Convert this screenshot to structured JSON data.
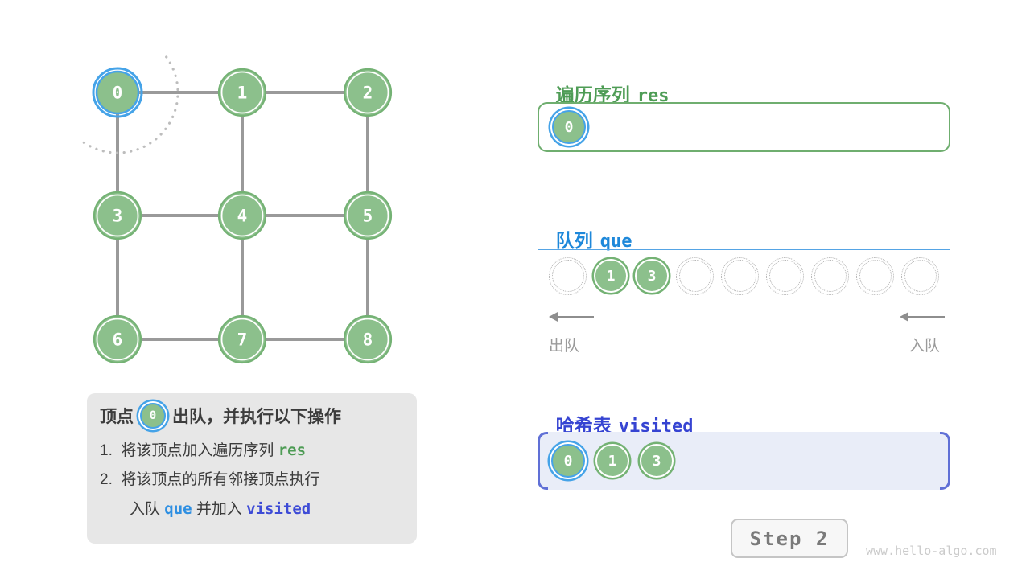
{
  "palette": {
    "node_green": "#8CC08C",
    "node_green_border": "#74B274",
    "highlight_blue": "#45A3E8",
    "edge_gray": "#9A9A9A",
    "arc_gray": "#BDBDBD",
    "res_green": "#4E9C55",
    "queue_blue": "#1E88DA",
    "visited_indigo": "#3644D2",
    "visited_bracket": "#6070D6",
    "visited_fill": "#E9EDF8",
    "info_bg": "#E7E7E7",
    "text_gray": "#3C3C3C",
    "muted_gray": "#9A9A9A"
  },
  "graph": {
    "nodes": [
      {
        "id": "0",
        "row": 0,
        "col": 0,
        "highlighted": true
      },
      {
        "id": "1",
        "row": 0,
        "col": 1
      },
      {
        "id": "2",
        "row": 0,
        "col": 2
      },
      {
        "id": "3",
        "row": 1,
        "col": 0
      },
      {
        "id": "4",
        "row": 1,
        "col": 1
      },
      {
        "id": "5",
        "row": 1,
        "col": 2
      },
      {
        "id": "6",
        "row": 2,
        "col": 0
      },
      {
        "id": "7",
        "row": 2,
        "col": 1
      },
      {
        "id": "8",
        "row": 2,
        "col": 2
      }
    ],
    "edges": [
      [
        0,
        1
      ],
      [
        1,
        2
      ],
      [
        0,
        3
      ],
      [
        1,
        4
      ],
      [
        2,
        5
      ],
      [
        3,
        4
      ],
      [
        4,
        5
      ],
      [
        3,
        6
      ],
      [
        4,
        7
      ],
      [
        5,
        8
      ],
      [
        6,
        7
      ],
      [
        7,
        8
      ]
    ]
  },
  "info_box": {
    "title_prefix": "顶点",
    "title_node": "0",
    "title_suffix": "出队，并执行以下操作",
    "lines": [
      {
        "indent": false,
        "segments": [
          {
            "t": "1.  将该顶点加入遍历序列 "
          },
          {
            "t": "res",
            "c": "code-green"
          }
        ]
      },
      {
        "indent": false,
        "segments": [
          {
            "t": "2.  将该顶点的所有邻接顶点执行"
          }
        ]
      },
      {
        "indent": true,
        "segments": [
          {
            "t": "入队 "
          },
          {
            "t": "que",
            "c": "code-blue"
          },
          {
            "t": " 并加入 "
          },
          {
            "t": "visited",
            "c": "code-indigo"
          }
        ]
      }
    ]
  },
  "res_section": {
    "title_cn": "遍历序列",
    "title_code": "res",
    "items": [
      {
        "label": "0",
        "highlighted": true
      }
    ]
  },
  "queue_section": {
    "title_cn": "队列",
    "title_code": "que",
    "slots": [
      "",
      "1",
      "3",
      "",
      "",
      "",
      "",
      "",
      ""
    ],
    "dequeue_label": "出队",
    "enqueue_label": "入队"
  },
  "visited_section": {
    "title_cn": "哈希表",
    "title_code": "visited",
    "items": [
      {
        "label": "0",
        "highlighted": true
      },
      {
        "label": "1"
      },
      {
        "label": "3"
      }
    ]
  },
  "step_badge": "Step 2",
  "watermark": "www.hello-algo.com"
}
